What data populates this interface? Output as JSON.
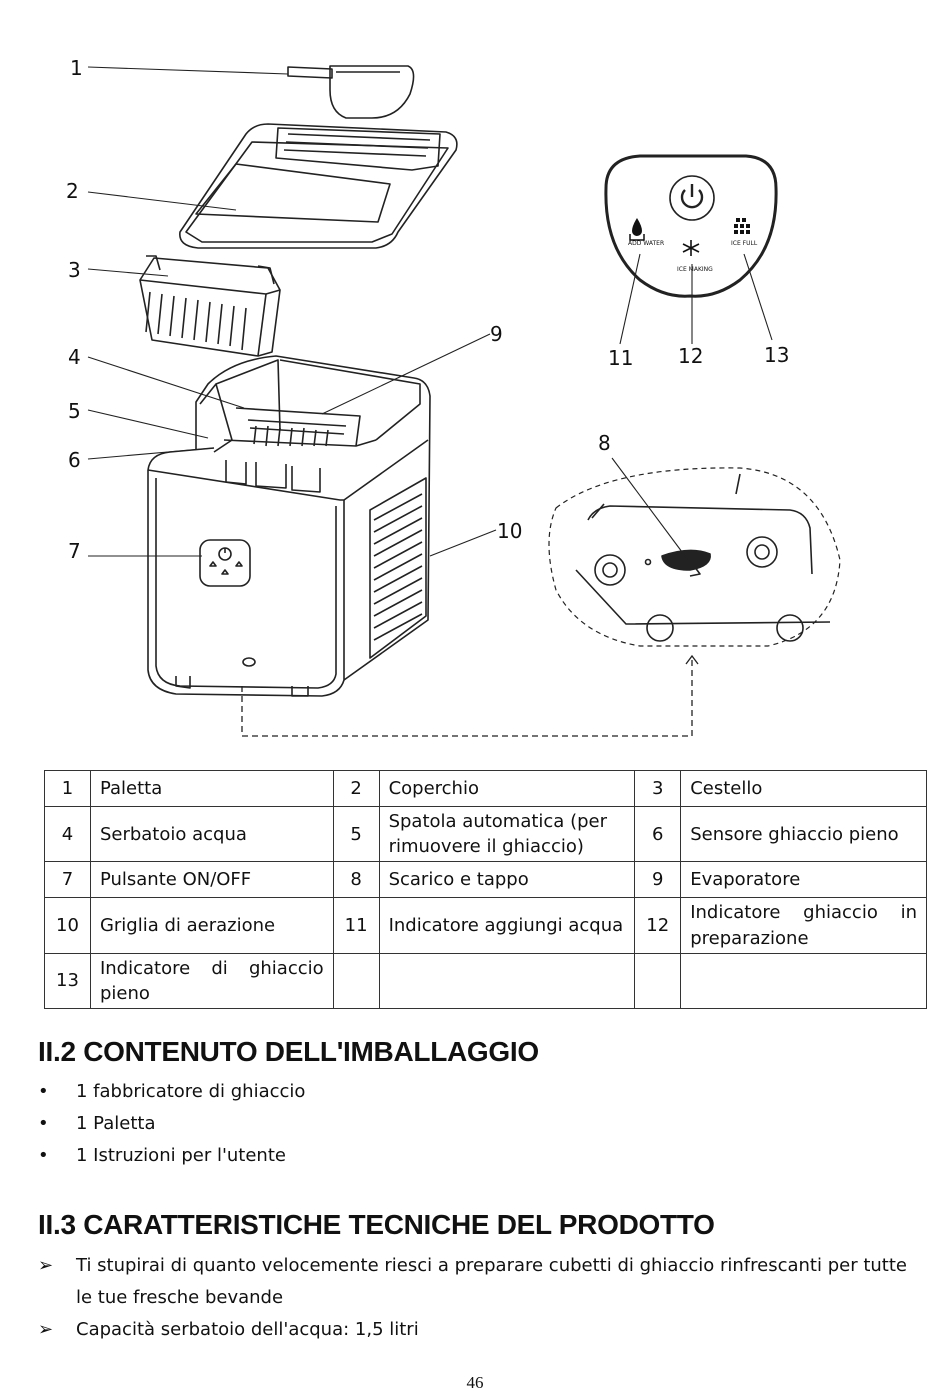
{
  "diagram": {
    "callouts": [
      "1",
      "2",
      "3",
      "4",
      "5",
      "6",
      "7",
      "8",
      "9",
      "10",
      "11",
      "12",
      "13"
    ],
    "panel_labels": {
      "add_water": "ADD WATER",
      "ice_making": "ICE MAKING",
      "ice_full": "ICE FULL"
    },
    "icons": [
      "power-icon",
      "water-drop-icon",
      "snowflake-icon",
      "ice-cubes-icon"
    ]
  },
  "parts_table": [
    [
      {
        "n": "1",
        "t": "Paletta"
      },
      {
        "n": "2",
        "t": "Coperchio"
      },
      {
        "n": "3",
        "t": "Cestello"
      }
    ],
    [
      {
        "n": "4",
        "t": "Serbatoio acqua"
      },
      {
        "n": "5",
        "t": "Spatola automatica (per rimuovere il ghiaccio)"
      },
      {
        "n": "6",
        "t": "Sensore ghiaccio pieno"
      }
    ],
    [
      {
        "n": "7",
        "t": "Pulsante ON/OFF"
      },
      {
        "n": "8",
        "t": "Scarico e tappo"
      },
      {
        "n": "9",
        "t": "Evaporatore"
      }
    ],
    [
      {
        "n": "10",
        "t": "Griglia di aerazione"
      },
      {
        "n": "11",
        "t": "Indicatore aggiungi acqua"
      },
      {
        "n": "12",
        "t": "Indicatore ghiaccio in preparazione"
      }
    ],
    [
      {
        "n": "13",
        "t": "Indicatore di ghiaccio pieno"
      },
      {
        "n": "",
        "t": ""
      },
      {
        "n": "",
        "t": ""
      }
    ]
  ],
  "section_packaging": {
    "title": "II.2 CONTENUTO DELL'IMBALLAGGIO",
    "items": [
      "1 fabbricatore di ghiaccio",
      "1 Paletta",
      "1 Istruzioni per l'utente"
    ]
  },
  "section_specs": {
    "title": "II.3 CARATTERISTICHE TECNICHE DEL PRODOTTO",
    "items": [
      "Ti stupirai di quanto velocemente riesci a preparare cubetti di ghiaccio rinfrescanti per tutte le tue fresche bevande",
      "Capacità serbatoio dell'acqua: 1,5 litri"
    ]
  },
  "page_number": "46"
}
